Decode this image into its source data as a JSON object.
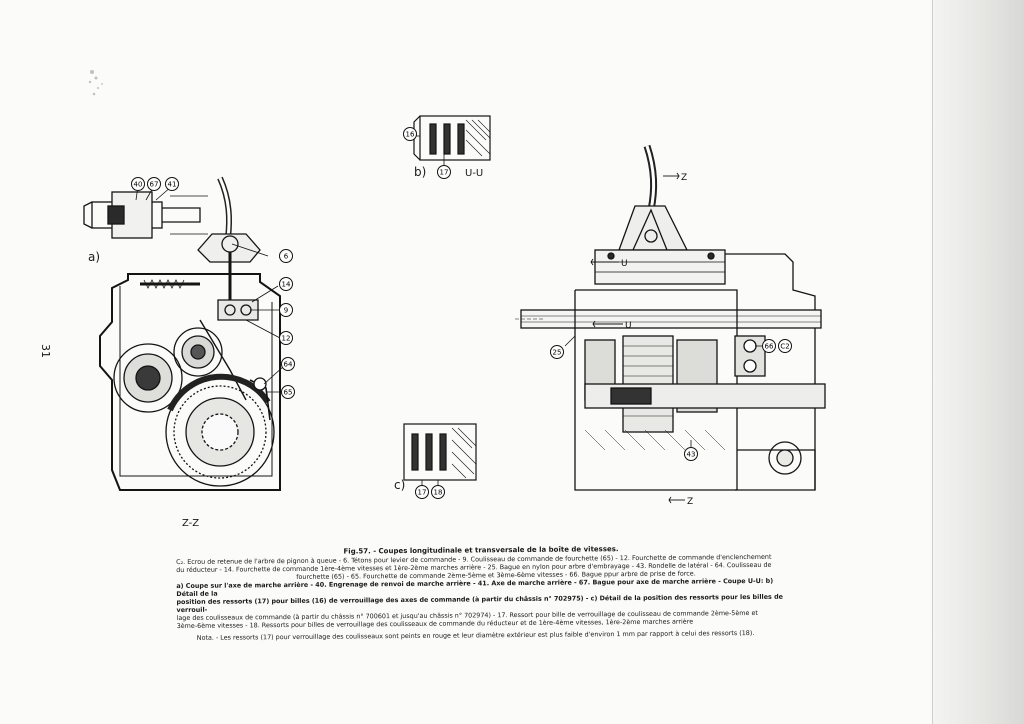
{
  "page": {
    "number": "31"
  },
  "plates": {
    "a_label": "a)",
    "b_label": "b)",
    "c_label": "c)",
    "zz_label": "Z-Z",
    "uu_label": "U-U",
    "section_marks": {
      "u": "U",
      "z": "Z"
    }
  },
  "callouts": {
    "c40": "40",
    "c67": "67",
    "c41": "41",
    "c6": "6",
    "c14": "14",
    "c9": "9",
    "c12": "12",
    "c64": "64",
    "c65": "65",
    "c16": "16",
    "c17": "17",
    "c18": "18",
    "c25": "25",
    "c66": "66",
    "cC2": "C2",
    "c43": "43"
  },
  "caption": {
    "title": "Fig.57. - Coupes longitudinale et transversale de la boîte de vitesses.",
    "line1": "C₂. Ecrou de retenue de l'arbre de pignon à queue - 6. Tétons pour levier de commande - 9. Coulisseau de commande de fourchette (65) - 12. Fourchette de commande d'enclenchement",
    "line2": "du réducteur - 14. Fourchette de commande 1ère-4ème vitesses et 1ère-2ème marches arrière - 25. Bague en nylon pour arbre d'embrayage - 43. Rondelle de latéral - 64. Coulisseau de",
    "line3": "fourchette (65) - 65. Fourchette de commande 2ème-5ème et 3ème-6ème vitesses - 66. Bague ppur arbre de prise de force.",
    "line4": "a) Coupe sur l'axe de marche arrière - 40. Engrenage de renvoi de marche arrière - 41. Axe de marche arrière - 67. Bague pour axe de marche arrière - Coupe U-U: b) Détail de la",
    "line5": "position des ressorts (17) pour billes (16) de verrouillage des axes de commande (à partir du châssis n° 702975) - c) Détail de la position des ressorts pour les billes de verrouil-",
    "line6": "lage des coulisseaux de commande (à partir du châssis n° 700601 et jusqu'au châssis n° 702974) - 17. Ressort pour bille de verrouillage de coulisseau de commande 2ème-5ème et",
    "line7": "3ème-6ème vitesses - 18. Ressorts pour billes de verrouillage des coulisseaux de commande du réducteur et de 1ère-4ème vitesses, 1ère-2ème marches arrière",
    "nota": "Nota. - Les ressorts (17) pour verrouillage des coulisseaux sont peints en rouge et leur diamètre extérieur est plus faible d'environ 1 mm par rapport à celui des ressorts (18)."
  }
}
